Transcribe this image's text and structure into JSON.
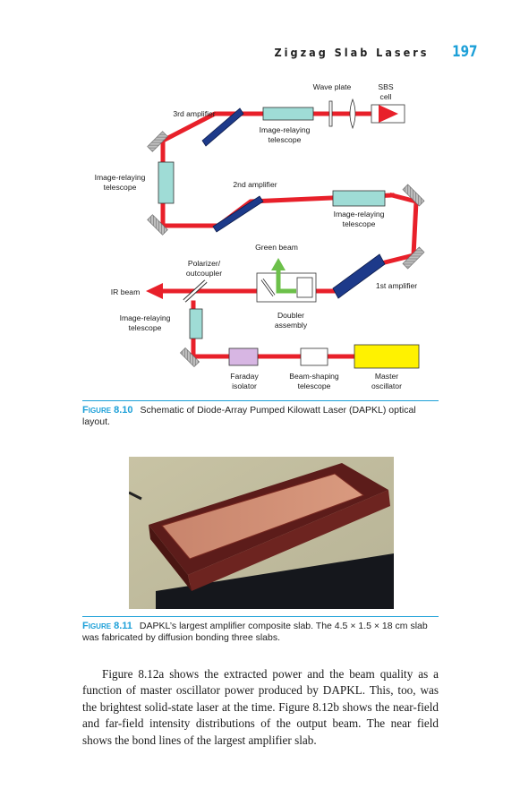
{
  "header": {
    "running_title": "Zigzag Slab Lasers",
    "page_number": "197"
  },
  "figure_810": {
    "labels": {
      "wave_plate": "Wave plate",
      "sbs_cell_1": "SBS",
      "sbs_cell_2": "cell",
      "third_amp": "3rd amplifier",
      "ir_telescope_top_1": "Image-relaying",
      "ir_telescope_top_2": "telescope",
      "ir_telescope_left_1": "Image-relaying",
      "ir_telescope_left_2": "telescope",
      "second_amp": "2nd amplifier",
      "ir_telescope_right_1": "Image-relaying",
      "ir_telescope_right_2": "telescope",
      "green_beam": "Green beam",
      "polarizer_1": "Polarizer/",
      "polarizer_2": "outcoupler",
      "ir_beam": "IR beam",
      "first_amp": "1st amplifier",
      "ir_telescope_bottom_1": "Image-relaying",
      "ir_telescope_bottom_2": "telescope",
      "doubler_1": "Doubler",
      "doubler_2": "assembly",
      "faraday_1": "Faraday",
      "faraday_2": "isolator",
      "beam_shaping_1": "Beam-shaping",
      "beam_shaping_2": "telescope",
      "master_1": "Master",
      "master_2": "oscillator"
    },
    "colors": {
      "beam": "#e8202a",
      "amplifier": "#1d3a8a",
      "telescope": "#9fdcd6",
      "faraday": "#d7b6e3",
      "oscillator": "#fff200",
      "green": "#6cc04a",
      "accent": "#1da0d8"
    },
    "caption_no": "Figure 8.10",
    "caption_text": "Schematic of Diode-Array Pumped Kilowatt Laser (DAPKL) optical layout."
  },
  "figure_811": {
    "caption_no": "Figure 8.11",
    "caption_text": "DAPKL’s largest amplifier composite slab. The 4.5 × 1.5 × 18 cm slab was fabricated by diffusion bonding three slabs."
  },
  "body_paragraph": "Figure 8.12a shows the extracted power and the beam quality as a function of master oscillator power produced by DAPKL. This, too, was the brightest solid-state laser at the time. Figure 8.12b shows the near-field and far-field intensity distributions of the output beam. The near field shows the bond lines of the largest amplifier slab."
}
